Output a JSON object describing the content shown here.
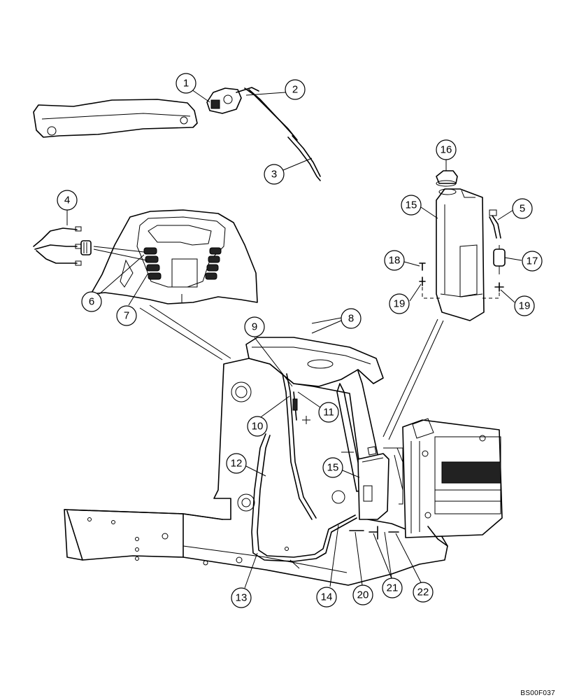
{
  "drawing_code": "BS00F037",
  "callouts": [
    "1",
    "2",
    "3",
    "4",
    "5",
    "6",
    "7",
    "8",
    "9",
    "10",
    "11",
    "12",
    "13",
    "14",
    "15",
    "15",
    "16",
    "17",
    "18",
    "19",
    "19",
    "20",
    "21",
    "22"
  ]
}
